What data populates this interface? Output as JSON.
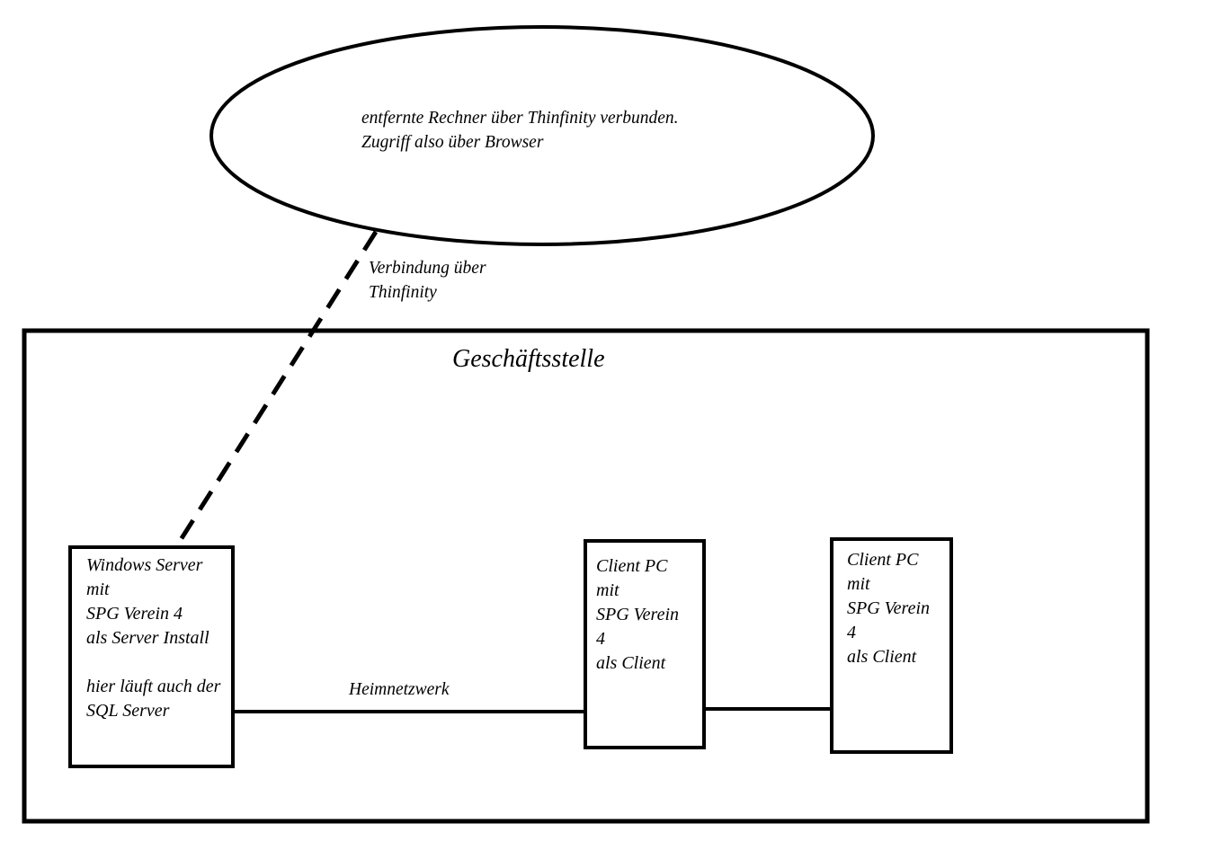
{
  "diagram": {
    "colors": {
      "stroke": "#000000",
      "background": "#ffffff",
      "text": "#000000"
    },
    "remote": {
      "shape": "ellipse",
      "lines": [
        "entfernte Rechner über Thinfinity verbunden.",
        "Zugriff also über Browser"
      ]
    },
    "remote_link": {
      "style": "dashed",
      "label_lines": [
        "Verbindung über",
        "Thinfinity"
      ]
    },
    "office": {
      "title": "Geschäftsstelle"
    },
    "nodes": [
      {
        "id": "server",
        "lines": [
          "Windows Server",
          "mit",
          "SPG Verein 4",
          "als Server Install",
          "",
          "hier läuft auch der",
          "SQL Server"
        ]
      },
      {
        "id": "client1",
        "lines": [
          "Client PC",
          "mit",
          "SPG Verein",
          "4",
          "als Client"
        ]
      },
      {
        "id": "client2",
        "lines": [
          "Client PC",
          "mit",
          "SPG Verein",
          "4",
          "als Client"
        ]
      }
    ],
    "network": {
      "label": "Heimnetzwerk",
      "style": "solid"
    }
  }
}
